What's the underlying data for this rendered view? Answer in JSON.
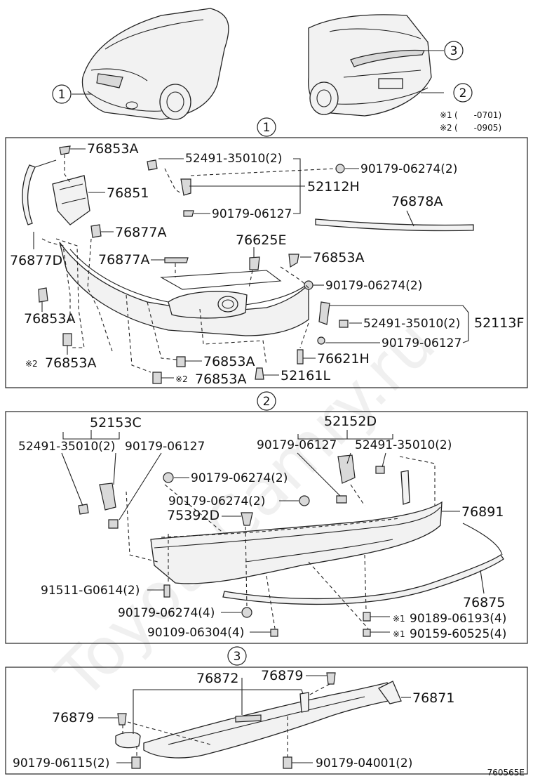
{
  "watermark": "ToyotaCamry.ru",
  "figure_id": "760565E",
  "callouts": {
    "one": "1",
    "two": "2",
    "three": "3"
  },
  "notes": {
    "n1_mark": "※1",
    "n1_text": "(      -0701)",
    "n2_mark": "※2",
    "n2_text": "(      -0905)"
  },
  "section1": {
    "p76853A_top": "76853A",
    "p52491_a": "52491-35010(2)",
    "p90179_06274_a": "90179-06274(2)",
    "p76851": "76851",
    "p52112H": "52112H",
    "p76878A": "76878A",
    "p90179_06127_a": "90179-06127",
    "p76877A_a": "76877A",
    "p76877D": "76877D",
    "p76625E": "76625E",
    "p76877A_b": "76877A",
    "p76853A_r": "76853A",
    "p90179_06274_b": "90179-06274(2)",
    "p76853A_l": "76853A",
    "p52491_b": "52491-35010(2)",
    "p52113F": "52113F",
    "p90179_06127_b": "90179-06127",
    "p76853A_bl_mark": "※2",
    "p76853A_bl": "76853A",
    "p76853A_b": "76853A",
    "p76621H": "76621H",
    "p76853A_b2_mark": "※2",
    "p76853A_b2": "76853A",
    "p52161L": "52161L"
  },
  "section2": {
    "p52153C": "52153C",
    "p52152D": "52152D",
    "p52491_l": "52491-35010(2)",
    "p90179_06127_l": "90179-06127",
    "p90179_06127_r": "90179-06127",
    "p52491_r": "52491-35010(2)",
    "p90179_06274_a": "90179-06274(2)",
    "p90179_06274_b": "90179-06274(2)",
    "p75392D": "75392D",
    "p76891": "76891",
    "p91511": "91511-G0614(2)",
    "p76875": "76875",
    "p90179_06274_c": "90179-06274(4)",
    "p90189_mark": "※1",
    "p90189": "90189-06193(4)",
    "p90109": "90109-06304(4)",
    "p90159_mark": "※1",
    "p90159": "90159-60525(4)"
  },
  "section3": {
    "p76872": "76872",
    "p76879_a": "76879",
    "p76871": "76871",
    "p76879_b": "76879",
    "p90179_06115": "90179-06115(2)",
    "p90179_04001": "90179-04001(2)"
  }
}
